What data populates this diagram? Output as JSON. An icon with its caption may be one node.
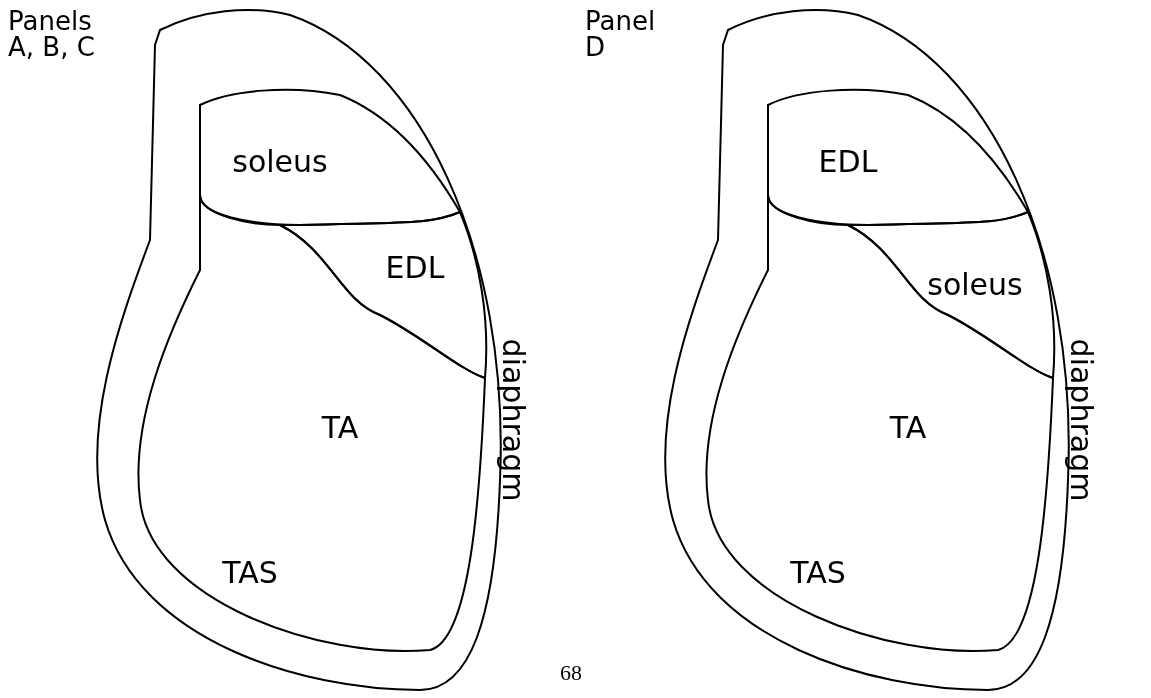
{
  "diagram": {
    "nodes": [
      {
        "text": [
          "diaphragm"
        ]
      },
      {
        "text": [
          "soleus"
        ],
        "in": 0
      },
      {
        "text": [
          "EDL"
        ],
        "in": 0
      },
      {
        "text": [
          "TA",
          "TAS"
        ],
        "in": 0
      },
      {
        "text": [
          "diaphragm"
        ]
      },
      {
        "text": [
          "EDL"
        ],
        "in": 4
      },
      {
        "text": [
          "soleus"
        ],
        "in": 4
      },
      {
        "text": [
          "TA",
          "TAS"
        ],
        "in": 4
      }
    ],
    "labels": [
      "Panels A, B, C",
      "Panel D",
      "68"
    ]
  }
}
